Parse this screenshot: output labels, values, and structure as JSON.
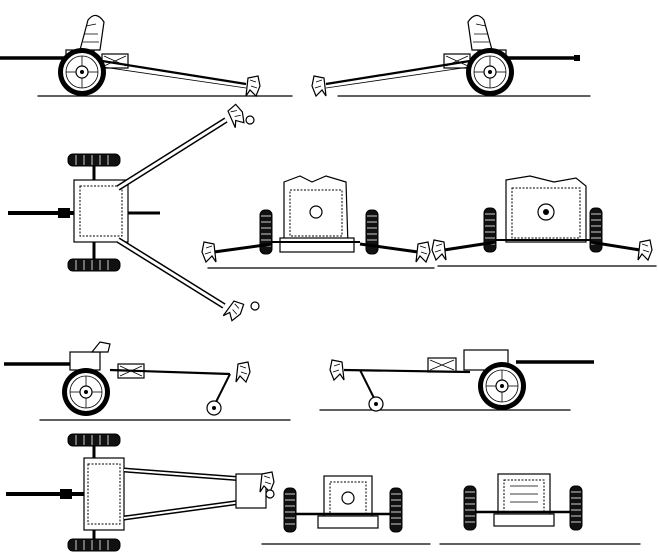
{
  "sheet": {
    "kind": "technical line drawing sheet, no printed text",
    "colors": {
      "ink": "#000000",
      "paper": "#ffffff"
    }
  },
  "views": [
    {
      "id": "left-side-travel",
      "icon": "gun-side-view"
    },
    {
      "id": "right-side-travel",
      "icon": "gun-side-view-mirrored"
    },
    {
      "id": "top-trails-spread",
      "icon": "gun-top-view"
    },
    {
      "id": "rear-trails-spread",
      "icon": "gun-rear-view"
    },
    {
      "id": "front-trails-spread",
      "icon": "gun-front-view"
    },
    {
      "id": "left-side-limber",
      "icon": "gun-side-view-with-trail-wheel"
    },
    {
      "id": "right-side-limber",
      "icon": "gun-side-view-mirrored-with-trail-wheel"
    },
    {
      "id": "top-trails-closed",
      "icon": "gun-top-view-closed"
    },
    {
      "id": "front-trails-closed",
      "icon": "gun-front-view-closed"
    },
    {
      "id": "rear-trails-closed",
      "icon": "gun-rear-view-closed"
    }
  ]
}
